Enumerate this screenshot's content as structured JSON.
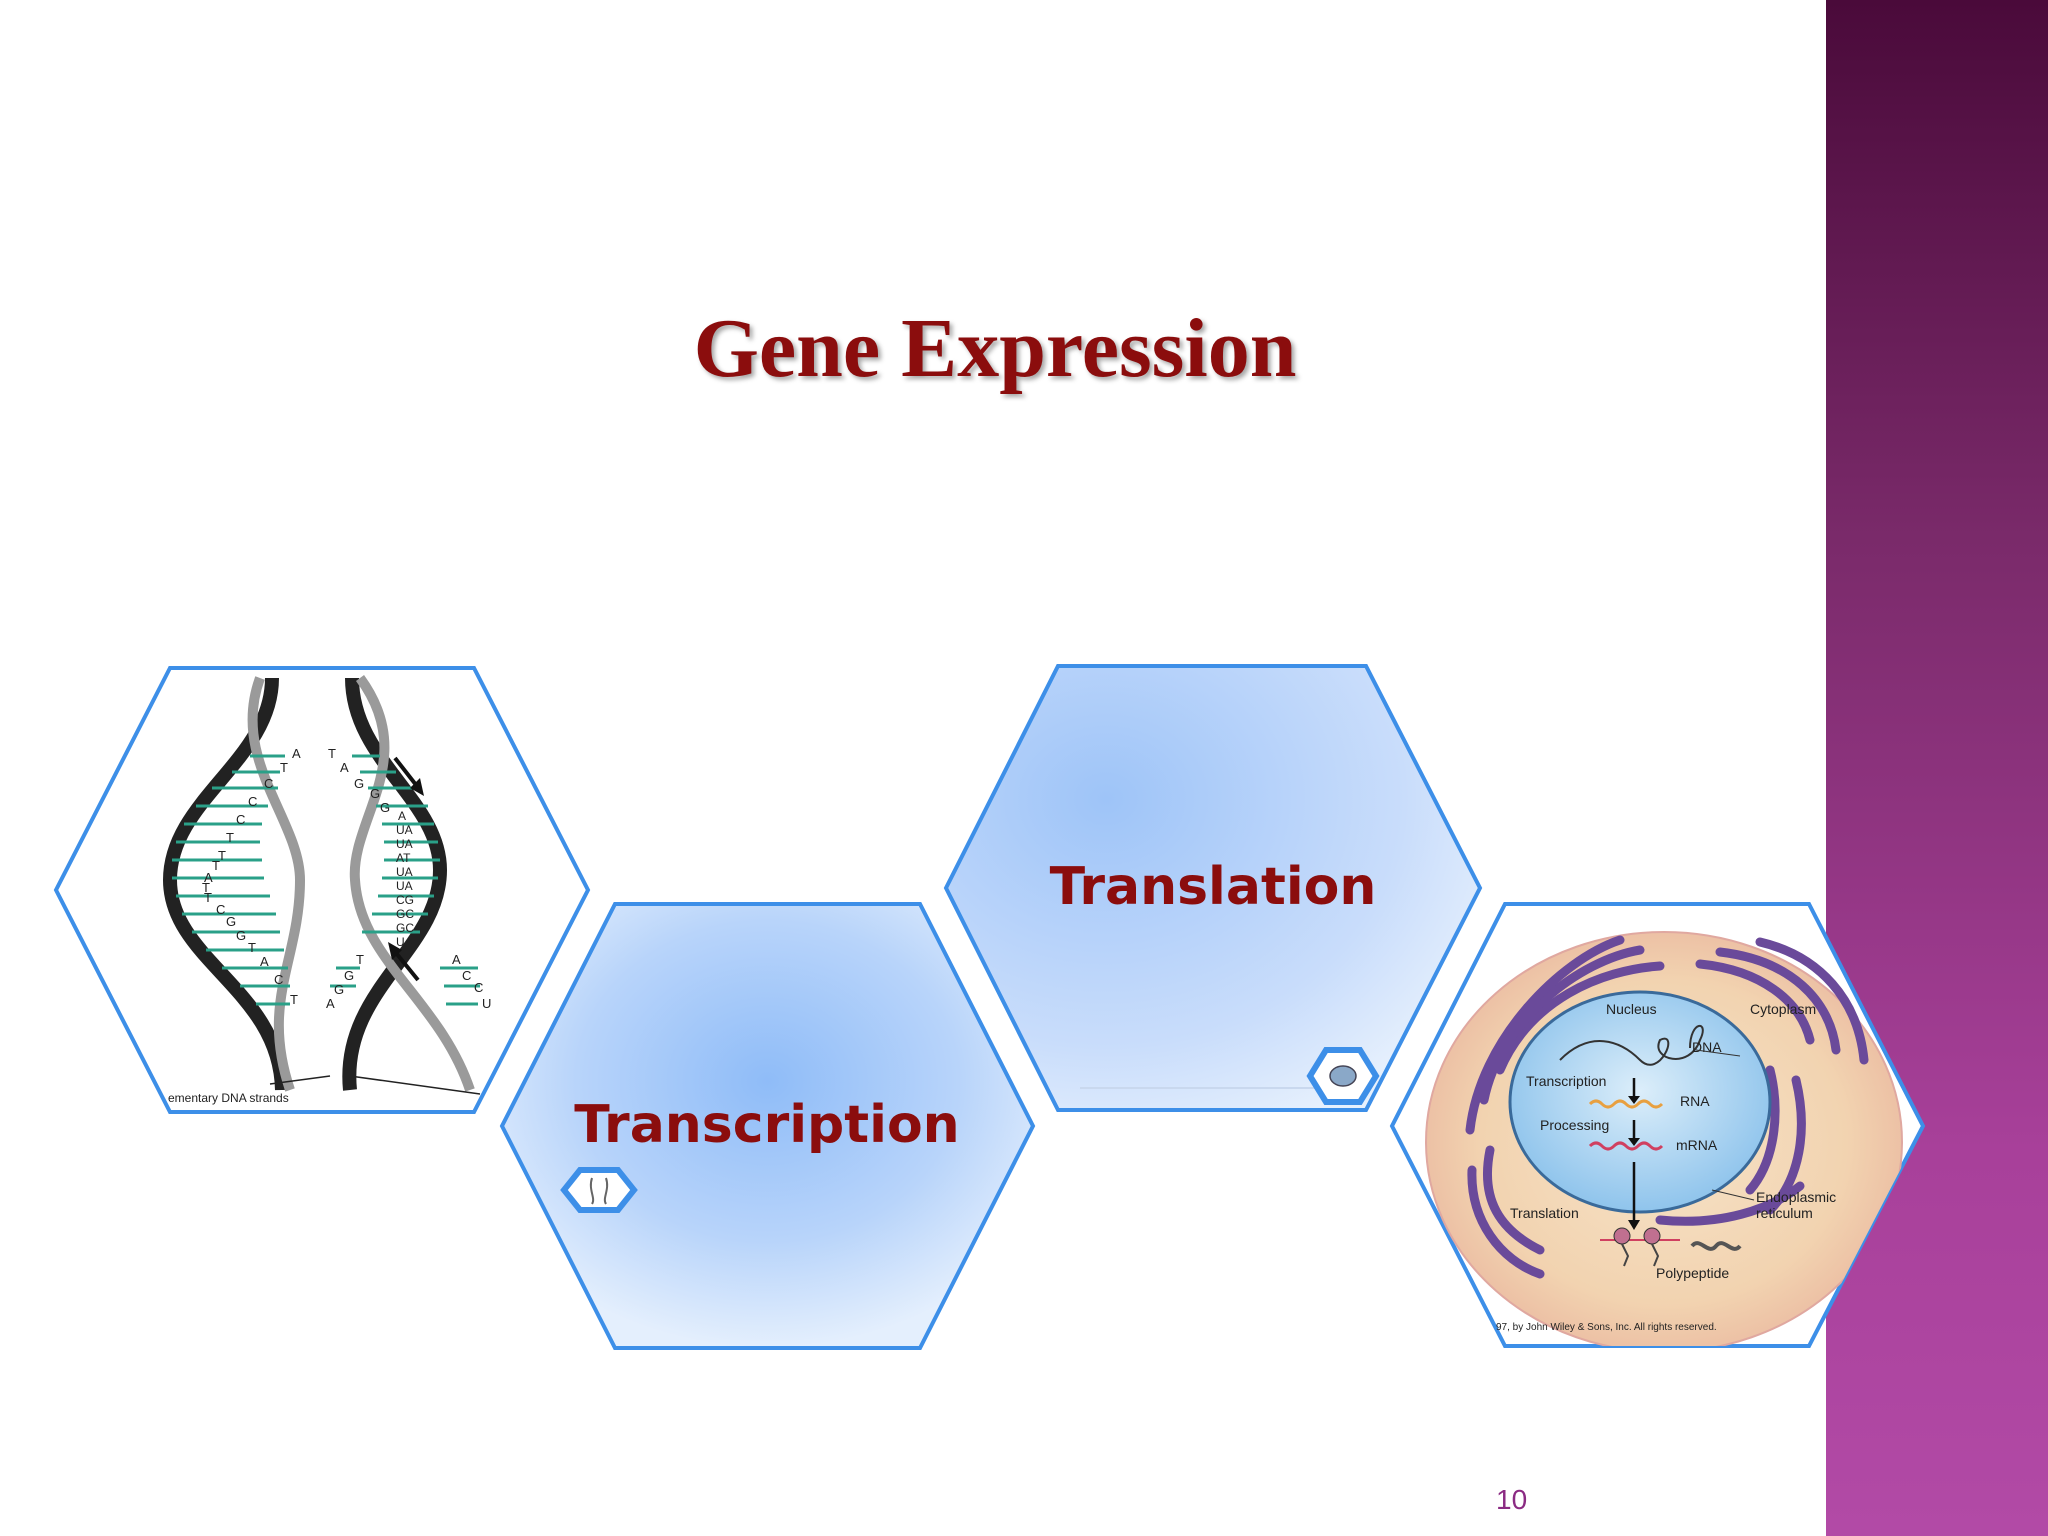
{
  "slide": {
    "title": "Gene Expression",
    "page_number": "10"
  },
  "hexagons": {
    "dna": {
      "caption": "ementary DNA strands",
      "left_bases": [
        "A",
        "T",
        "C",
        "C",
        "C",
        "T",
        "T",
        "T",
        "A",
        "T",
        "T",
        "C",
        "G",
        "G",
        "T",
        "A",
        "C",
        "T"
      ],
      "right_bases": [
        "T",
        "A",
        "G",
        "G",
        "G",
        "T",
        "G",
        "G",
        "A"
      ],
      "rna_pairs": [
        "A",
        "UA",
        "UA",
        "AT",
        "UA",
        "UA",
        "CG",
        "GC",
        "GC",
        "UA"
      ],
      "rna_tail": [
        "A",
        "C",
        "C",
        "U"
      ]
    },
    "transcription": {
      "label": "Transcription"
    },
    "translation": {
      "label": "Translation"
    },
    "cell": {
      "nucleus": "Nucleus",
      "cytoplasm": "Cytoplasm",
      "dna": "DNA",
      "transcription": "Transcription",
      "rna": "RNA",
      "processing": "Processing",
      "mrna": "mRNA",
      "translation": "Translation",
      "er_line1": "Endoplasmic",
      "er_line2": "reticulum",
      "polypeptide": "Polypeptide",
      "copyright": "97, by John Wiley & Sons, Inc. All rights reserved."
    }
  },
  "colors": {
    "title": "#8b0d0d",
    "hex_border": "#3d8fe8",
    "side_bar": "#a8409a",
    "page_number": "#8b2b83"
  }
}
